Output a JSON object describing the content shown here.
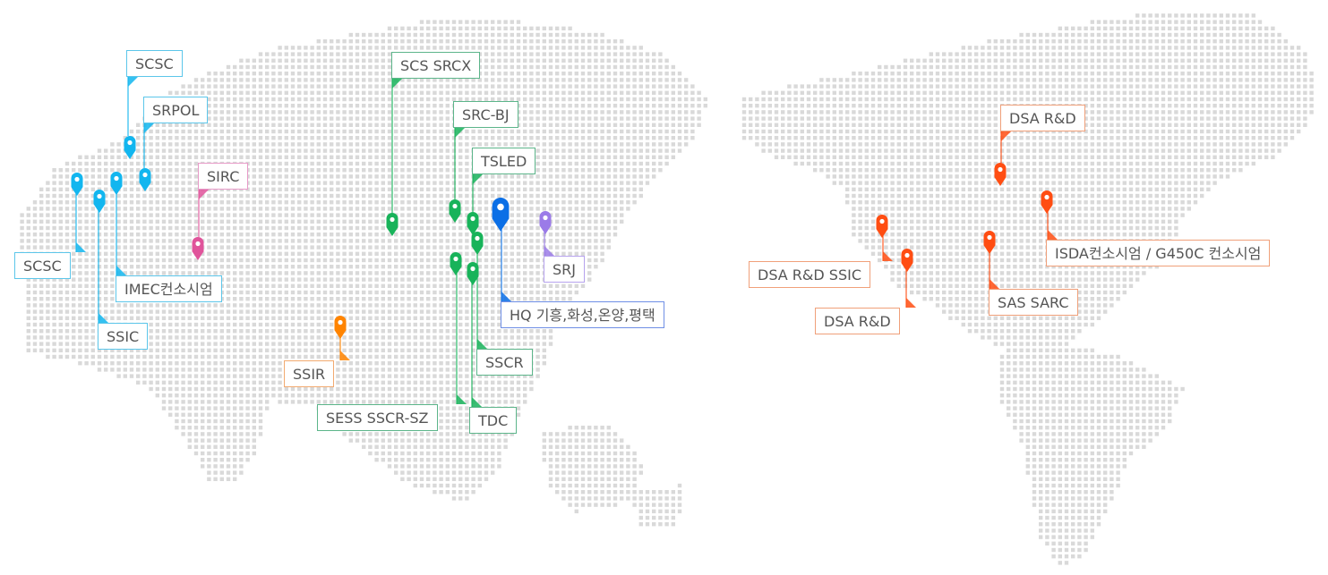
{
  "colors": {
    "dots": "#d9d9d9",
    "cyan": "#12b6ef",
    "blue": "#0b6fe6",
    "magenta": "#e0549b",
    "green": "#18b35a",
    "navy": "#1a2a9a",
    "orange": "#ff8400",
    "purple": "#9b7be8",
    "red_orange": "#ff4d12"
  },
  "locations": [
    {
      "id": "scsc-north",
      "label": "SCSC",
      "color": "cyan"
    },
    {
      "id": "srpol",
      "label": "SRPOL",
      "color": "cyan"
    },
    {
      "id": "sirc",
      "label": "SIRC",
      "color": "magenta"
    },
    {
      "id": "scsc-west",
      "label": "SCSC",
      "color": "cyan"
    },
    {
      "id": "imec",
      "label": "IMEC컨소시엄",
      "color": "cyan"
    },
    {
      "id": "ssic",
      "label": "SSIC",
      "color": "cyan"
    },
    {
      "id": "ssir",
      "label": "SSIR",
      "color": "orange"
    },
    {
      "id": "scs-srcx",
      "label": "SCS SRCX",
      "color": "green"
    },
    {
      "id": "src-bj",
      "label": "SRC-BJ",
      "color": "green"
    },
    {
      "id": "tsled",
      "label": "TSLED",
      "color": "green"
    },
    {
      "id": "srj",
      "label": "SRJ",
      "color": "purple"
    },
    {
      "id": "hq",
      "label": "HQ 기흥,화성,온양,평택",
      "color": "blue"
    },
    {
      "id": "sscr",
      "label": "SSCR",
      "color": "green"
    },
    {
      "id": "sess",
      "label": "SESS SSCR-SZ",
      "color": "green"
    },
    {
      "id": "tdc",
      "label": "TDC",
      "color": "green"
    },
    {
      "id": "dsa-rd-north",
      "label": "DSA R&D",
      "color": "red_orange"
    },
    {
      "id": "dsa-rd-ssic",
      "label": "DSA R&D SSIC",
      "color": "red_orange"
    },
    {
      "id": "dsa-rd-south",
      "label": "DSA R&D",
      "color": "red_orange"
    },
    {
      "id": "sas-sarc",
      "label": "SAS SARC",
      "color": "red_orange"
    },
    {
      "id": "isda",
      "label": "ISDA컨소시엄 / G450C 컨소시엄",
      "color": "red_orange"
    }
  ]
}
